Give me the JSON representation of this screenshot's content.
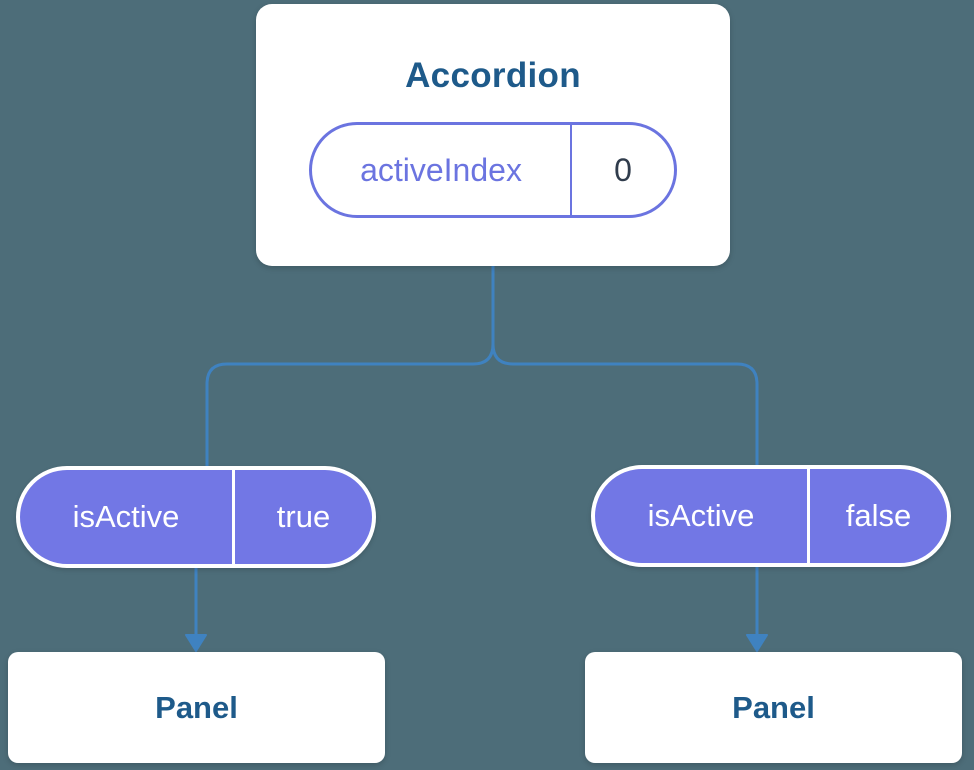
{
  "root": {
    "title": "Accordion",
    "state": {
      "name": "activeIndex",
      "value": "0"
    }
  },
  "children": [
    {
      "prop": {
        "name": "isActive",
        "value": "true"
      },
      "panel": {
        "title": "Panel"
      }
    },
    {
      "prop": {
        "name": "isActive",
        "value": "false"
      },
      "panel": {
        "title": "Panel"
      }
    }
  ],
  "colors": {
    "background": "#4d6d79",
    "card_background": "#ffffff",
    "title_text": "#1e5a8a",
    "state_pill_border": "#6b74e0",
    "state_name_text": "#6b74e0",
    "state_value_text": "#303c4c",
    "prop_pill_background": "#7277e5",
    "prop_pill_text": "#ffffff",
    "connector": "#3f82c0",
    "panel_text": "#1e5a8a"
  }
}
